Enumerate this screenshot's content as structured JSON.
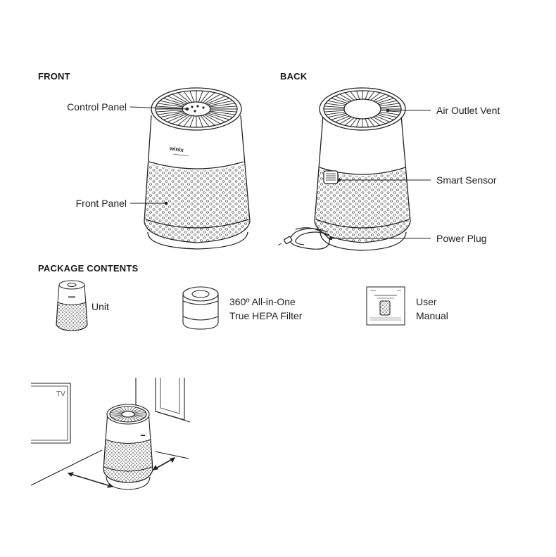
{
  "front": {
    "heading": "FRONT",
    "control_panel": "Control Panel",
    "front_panel": "Front Panel",
    "logo": "winix"
  },
  "back": {
    "heading": "BACK",
    "air_outlet_vent": "Air Outlet Vent",
    "smart_sensor": "Smart Sensor",
    "power_plug": "Power Plug"
  },
  "package": {
    "heading": "PACKAGE CONTENTS",
    "items": [
      {
        "label": "Unit",
        "icon": "purifier-unit-icon"
      },
      {
        "label": "360º All-in-One\nTrue HEPA Filter",
        "icon": "hepa-filter-icon"
      },
      {
        "label": "User\nManual",
        "icon": "user-manual-icon"
      }
    ]
  },
  "placement": {
    "tv_label": "TV"
  },
  "colors": {
    "line": "#222222",
    "mesh": "#555555"
  }
}
